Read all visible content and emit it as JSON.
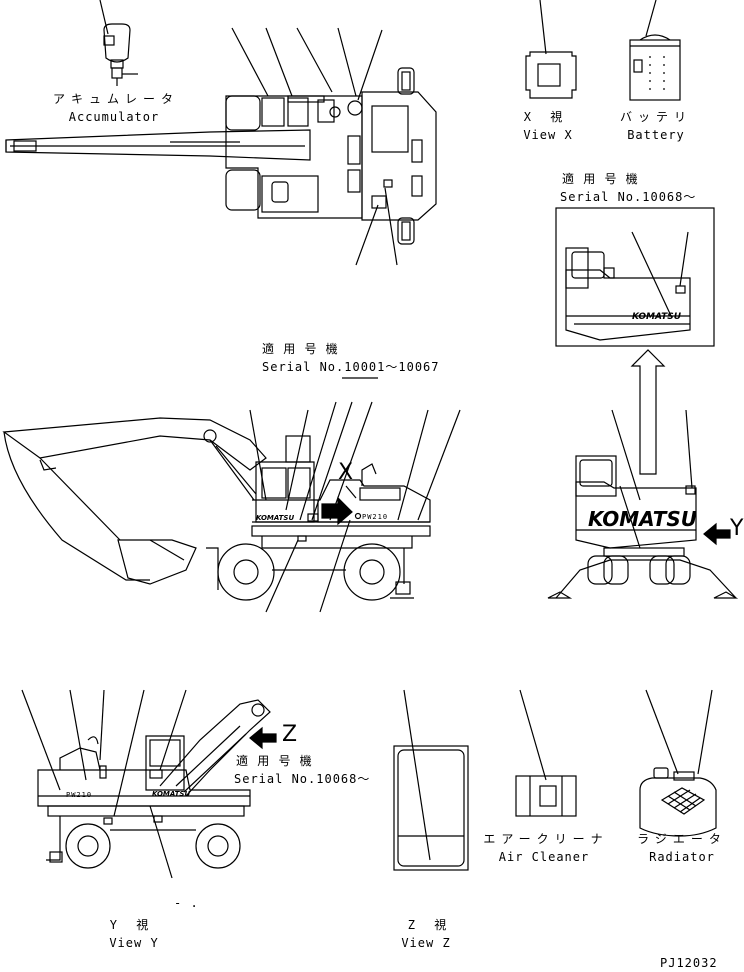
{
  "labels": {
    "accumulator_jp": "アキュムレータ",
    "accumulator_en": "Accumulator",
    "viewx_jp": "X 視",
    "viewx_en": "View X",
    "battery_jp": "バッテリ",
    "battery_en": "Battery",
    "serial_a_jp": "適 用 号 機",
    "serial_a_en": "Serial No.10068～",
    "serial_b_jp": "適 用 号 機",
    "serial_b_en": "Serial No.10001～10067",
    "serial_c_jp": "適 用 号 機",
    "serial_c_en": "Serial No.10068～",
    "viewy_jp": "Y 視",
    "viewy_en": "View Y",
    "viewz_jp": "Z 視",
    "viewz_en": "View Z",
    "aircleaner_jp": "エアークリーナ",
    "aircleaner_en": "Air Cleaner",
    "radiator_jp": "ラジエータ",
    "radiator_en": "Radiator",
    "arrow_x": "X",
    "arrow_y": "Y",
    "arrow_z": "Z",
    "brand_large": "KOMATSU",
    "brand_small": "KOMATSU",
    "brand_cab": "KOMATSU",
    "brand_side": "KOMATSU",
    "model_mark": "PW210",
    "dash_mark": "- .",
    "drawing_code": "PJ12032"
  }
}
